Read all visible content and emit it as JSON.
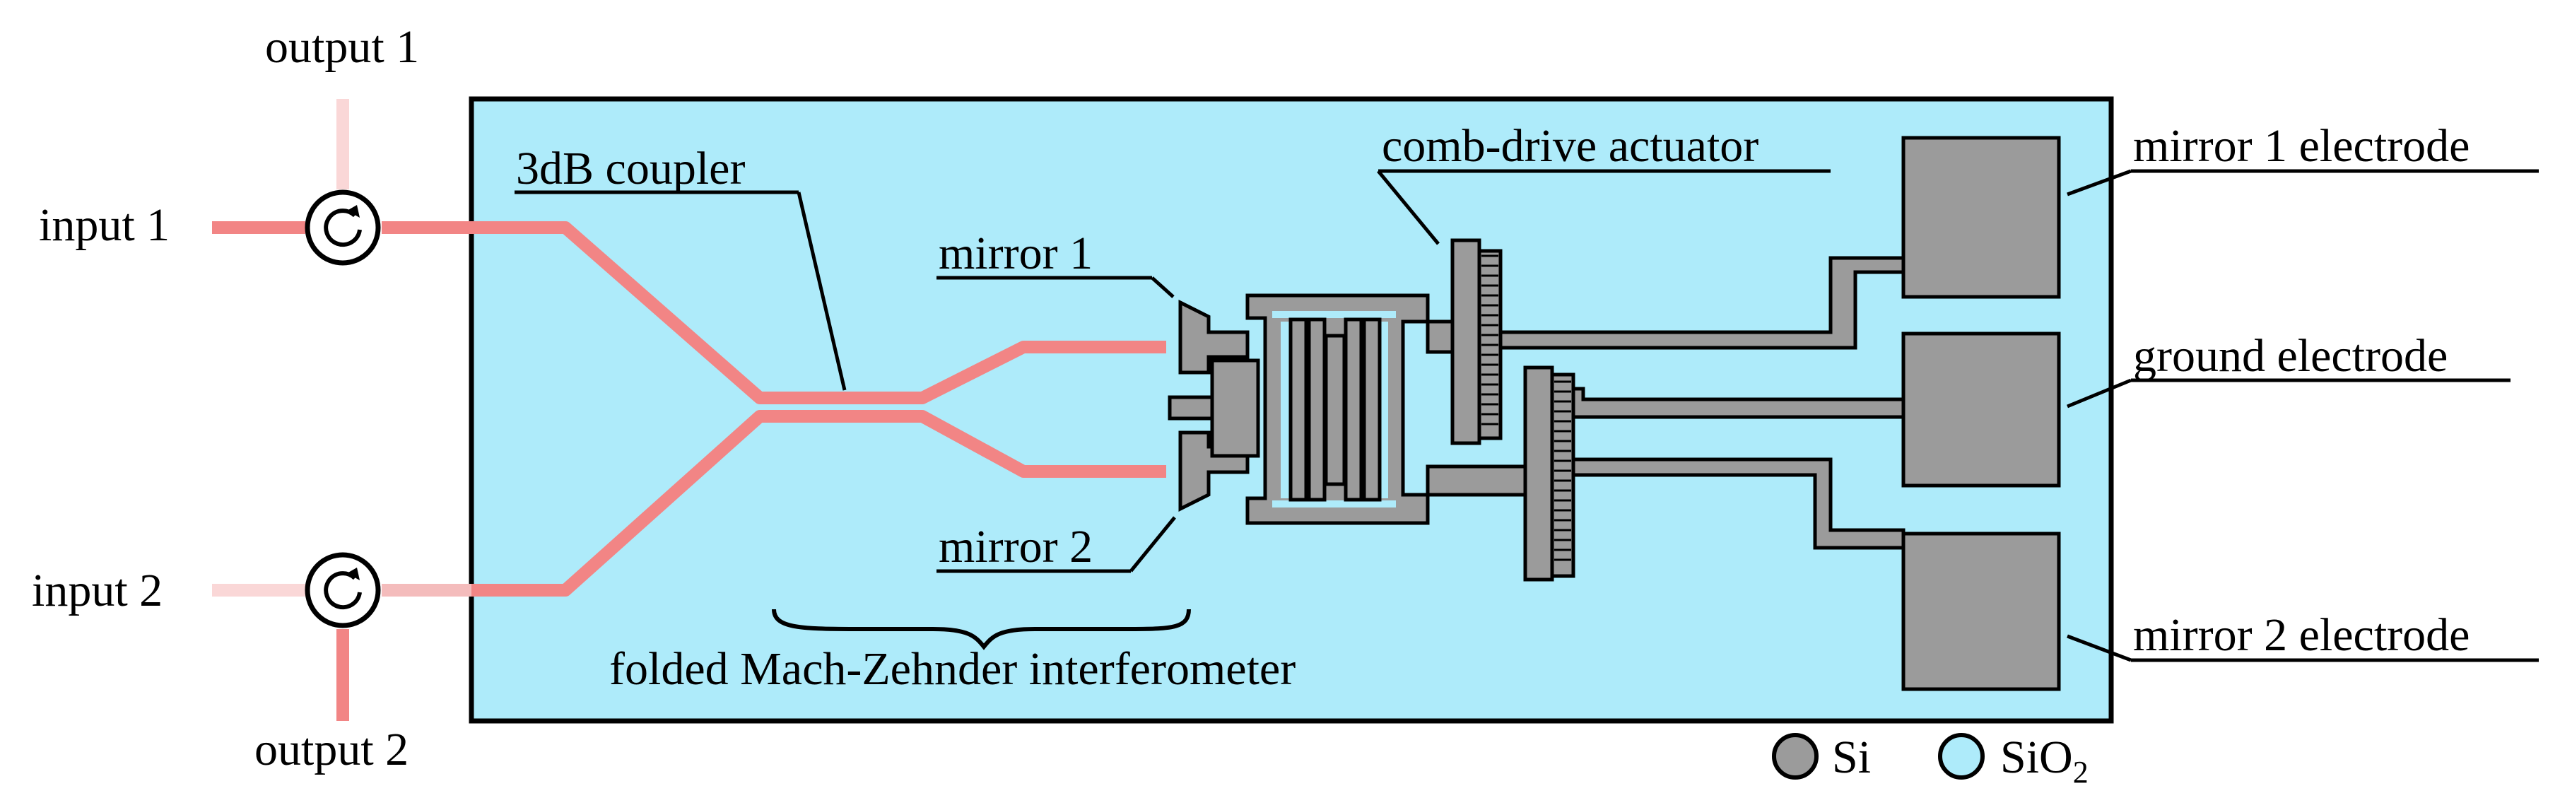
{
  "colors": {
    "substrate": "#aeebfa",
    "silicon": "#9b9b9b",
    "waveguide": "#f28585",
    "waveguide_faded": "#fad7d7",
    "waveguide_dim": "#f4bcbc",
    "outline": "#000000"
  },
  "labels": {
    "output1": "output 1",
    "output2": "output 2",
    "input1": "input 1",
    "input2": "input 2",
    "coupler": "3dB coupler",
    "mirror1": "mirror 1",
    "mirror2": "mirror 2",
    "comb": "comb-drive actuator",
    "mirror1_electrode": "mirror 1 electrode",
    "ground_electrode": "ground electrode",
    "mirror2_electrode": "mirror 2 electrode",
    "mzi": "folded Mach-Zehnder interferometer"
  },
  "legend": {
    "si": "Si",
    "sio2_main": "SiO",
    "sio2_sub": "2"
  },
  "icons": {
    "circulator": "circulator-icon"
  }
}
